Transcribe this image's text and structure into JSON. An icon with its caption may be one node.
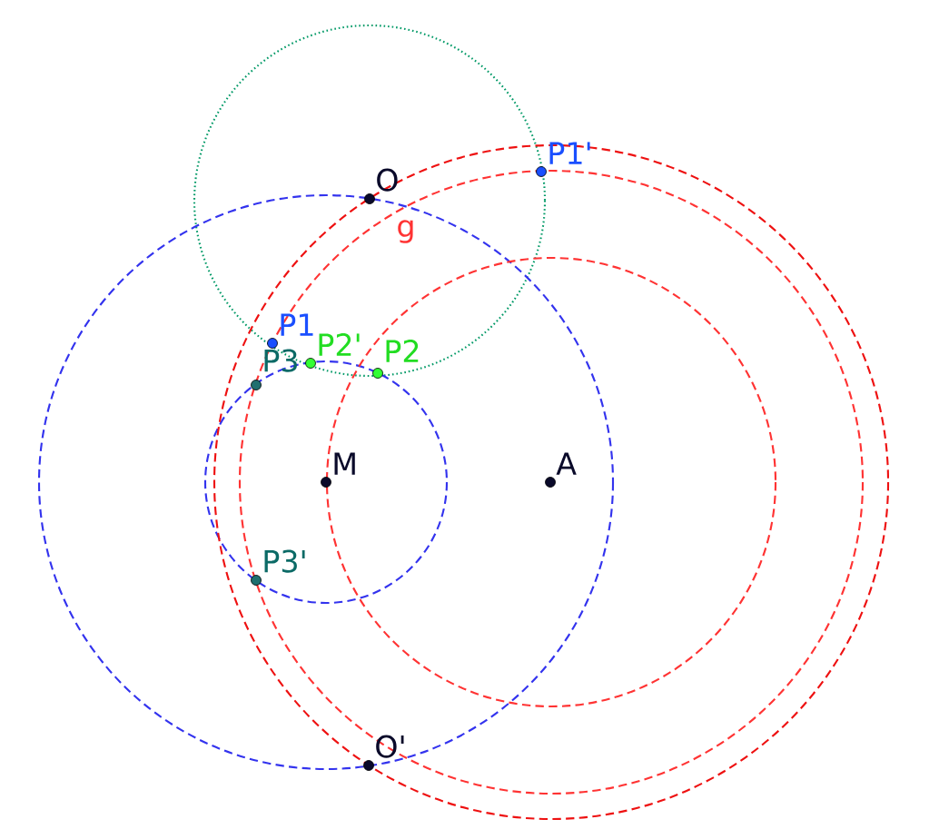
{
  "diagram": {
    "nodes": [
      {
        "text": [
          "O"
        ]
      },
      {
        "text": [
          "P1'"
        ]
      },
      {
        "text": [
          "P1"
        ]
      },
      {
        "text": [
          "P2'"
        ]
      },
      {
        "text": [
          "P2"
        ]
      },
      {
        "text": [
          "P3"
        ]
      },
      {
        "text": [
          "M"
        ]
      },
      {
        "text": [
          "A"
        ]
      },
      {
        "text": [
          "P3'"
        ]
      },
      {
        "text": [
          "O'"
        ]
      }
    ],
    "labels": [
      "g"
    ]
  }
}
